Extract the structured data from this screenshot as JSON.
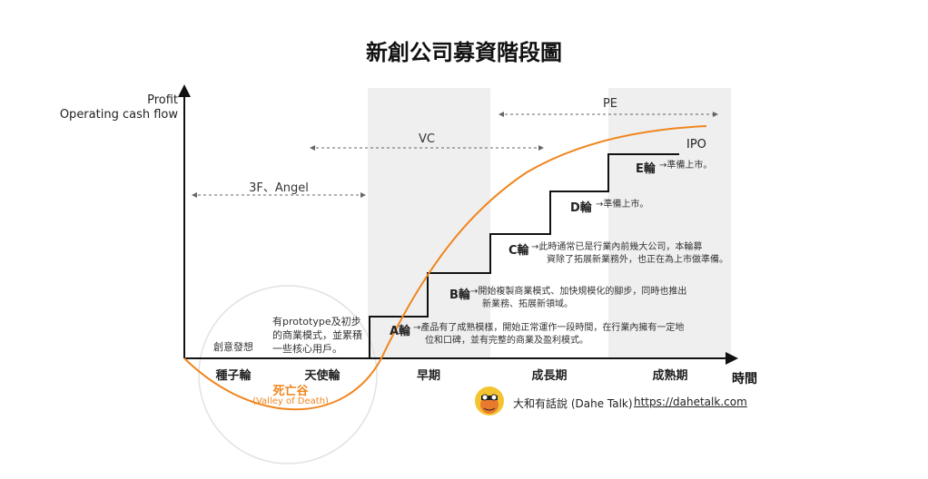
{
  "title": "新創公司募資階段圖",
  "y_axis": {
    "label_line1": "Profit",
    "label_line2": "Operating cash flow"
  },
  "x_axis": {
    "label": "時間"
  },
  "ranges": {
    "angel": "3F、Angel",
    "vc": "VC",
    "pe": "PE"
  },
  "stages": {
    "seed": "種子輪",
    "angel": "天使輪",
    "early": "早期",
    "growth": "成長期",
    "mature": "成熟期"
  },
  "notes": {
    "idea": "創意發想",
    "prototype_line1": "有prototype及初步",
    "prototype_line2": "的商業模式，並累積",
    "prototype_line3": "一些核心用戶。"
  },
  "rounds": {
    "a": {
      "label": "A輪",
      "line1": "→產品有了成熟模樣，開始正常運作一段時間，在行業內擁有一定地",
      "line2": "位和口碑，並有完整的商業及盈利模式。"
    },
    "b": {
      "label": "B輪",
      "line1": "→開始複製商業模式、加快規模化的腳步，同時也推出",
      "line2": "新業務、拓展新領域。"
    },
    "c": {
      "label": "C輪",
      "line1": "→此時通常已是行業內前幾大公司，本輪募",
      "line2": "資除了拓展新業務外，也正在為上市做準備。"
    },
    "d": {
      "label": "D輪",
      "line1": "→準備上市。"
    },
    "e": {
      "label": "E輪",
      "line1": "→準備上市。"
    },
    "ipo": "IPO"
  },
  "valley": {
    "label": "死亡谷",
    "sublabel": "(Valley of Death)"
  },
  "credit": {
    "author": "大和有話說 (Dahe Talk)",
    "url": "https://dahetalk.com"
  },
  "colors": {
    "curve": "#f0861e",
    "shade": "#efefef",
    "axis": "#111111"
  }
}
